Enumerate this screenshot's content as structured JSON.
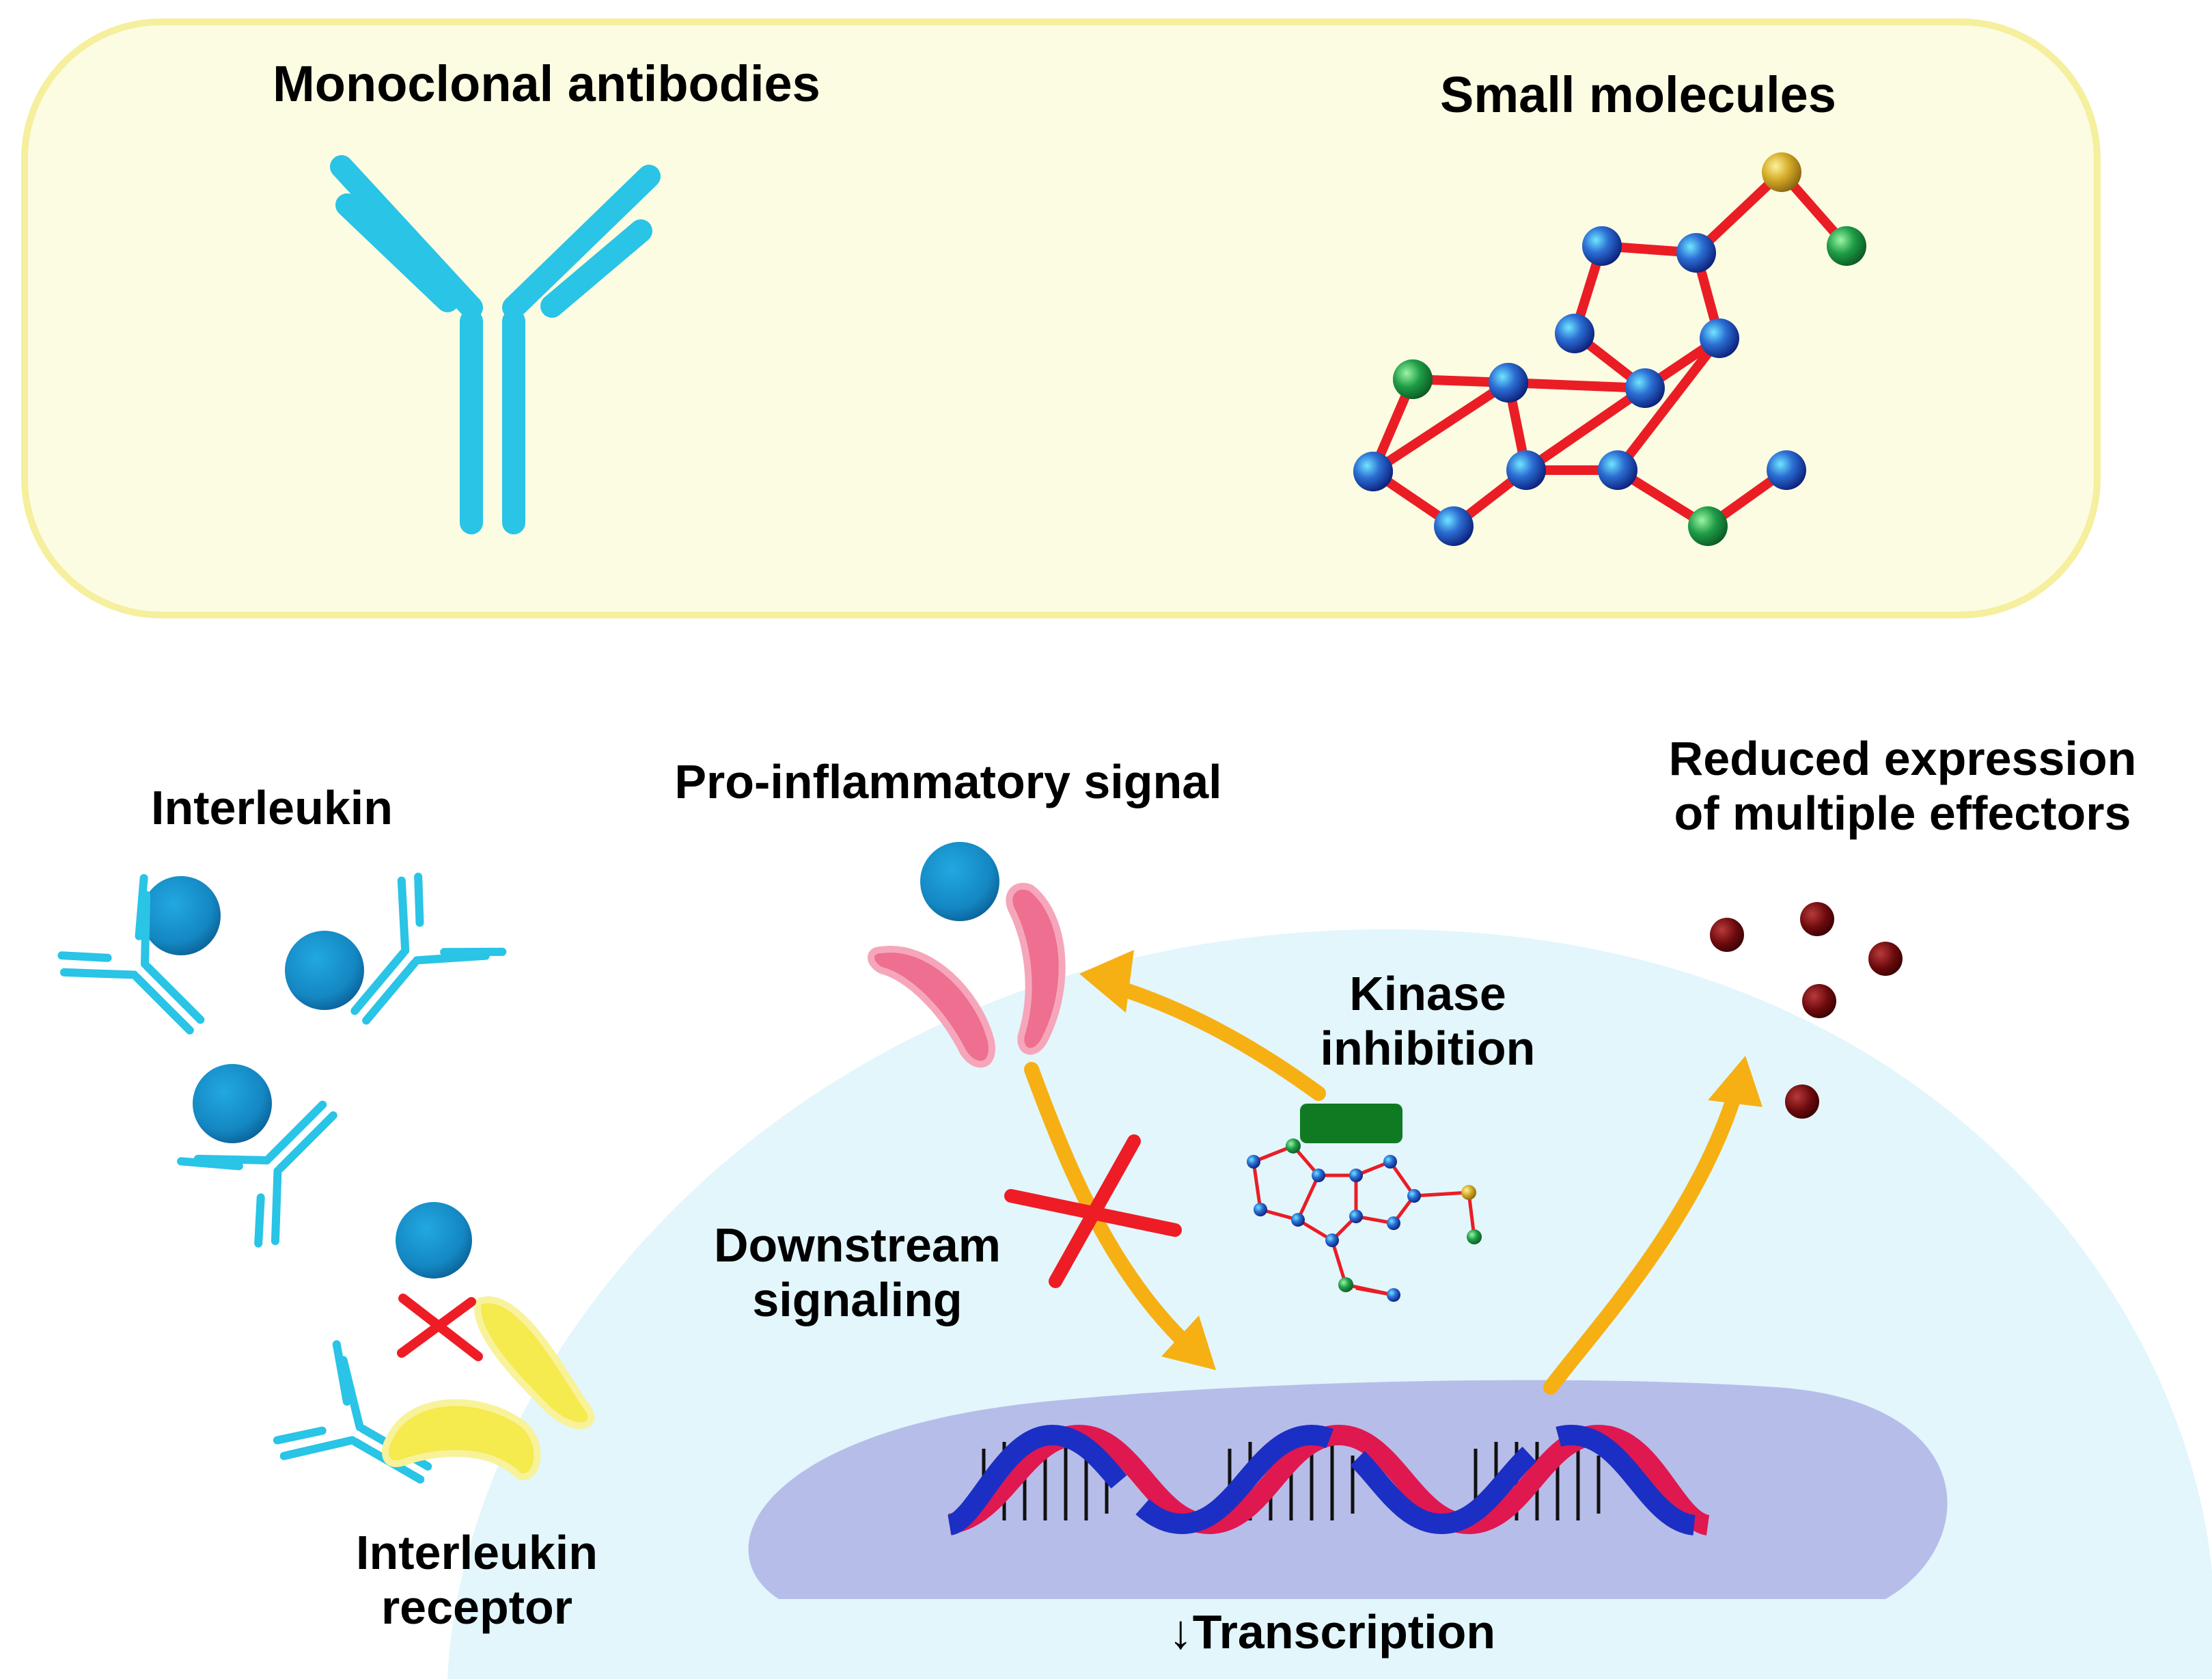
{
  "colors": {
    "antibody": "#29c4e6",
    "panel_fill": "#fcfce3",
    "panel_border": "#f5ef9e",
    "cell": "#e2f6fc",
    "nucleus": "#b7bde9",
    "arrow": "#f6b014",
    "block": "#ee1c25",
    "pink_receptor": "#ee6f8f",
    "yellow_receptor": "#f5ea4e",
    "kinase": "#0f7a22",
    "bond": "#ea1d25",
    "atom_blue": "#1d3db8",
    "atom_green": "#1e9c45",
    "atom_gold": "#d8b22c",
    "effector": "#6b0a0d",
    "interleukin": "#1a8cc6",
    "dna_blue": "#1b2fc4",
    "dna_red": "#e01850"
  },
  "top_panel": {
    "left_label": "Monoclonal antibodies",
    "right_label": "Small molecules"
  },
  "labels": {
    "interleukin": "Interleukin",
    "pro_inflammatory": "Pro-inflammatory signal",
    "reduced_line1": "Reduced expression",
    "reduced_line2": "of multiple effectors",
    "kinase_line1": "Kinase",
    "kinase_line2": "inhibition",
    "downstream_line1": "Downstream",
    "downstream_line2": "signaling",
    "receptor_line1": "Interleukin",
    "receptor_line2": "receptor",
    "transcription": "↓Transcription"
  },
  "icons": {
    "antibody": "antibody-icon",
    "molecule": "small-molecule-icon",
    "dna": "dna-helix-icon",
    "block": "block-x-icon",
    "effector": "effector-dot-icon"
  }
}
